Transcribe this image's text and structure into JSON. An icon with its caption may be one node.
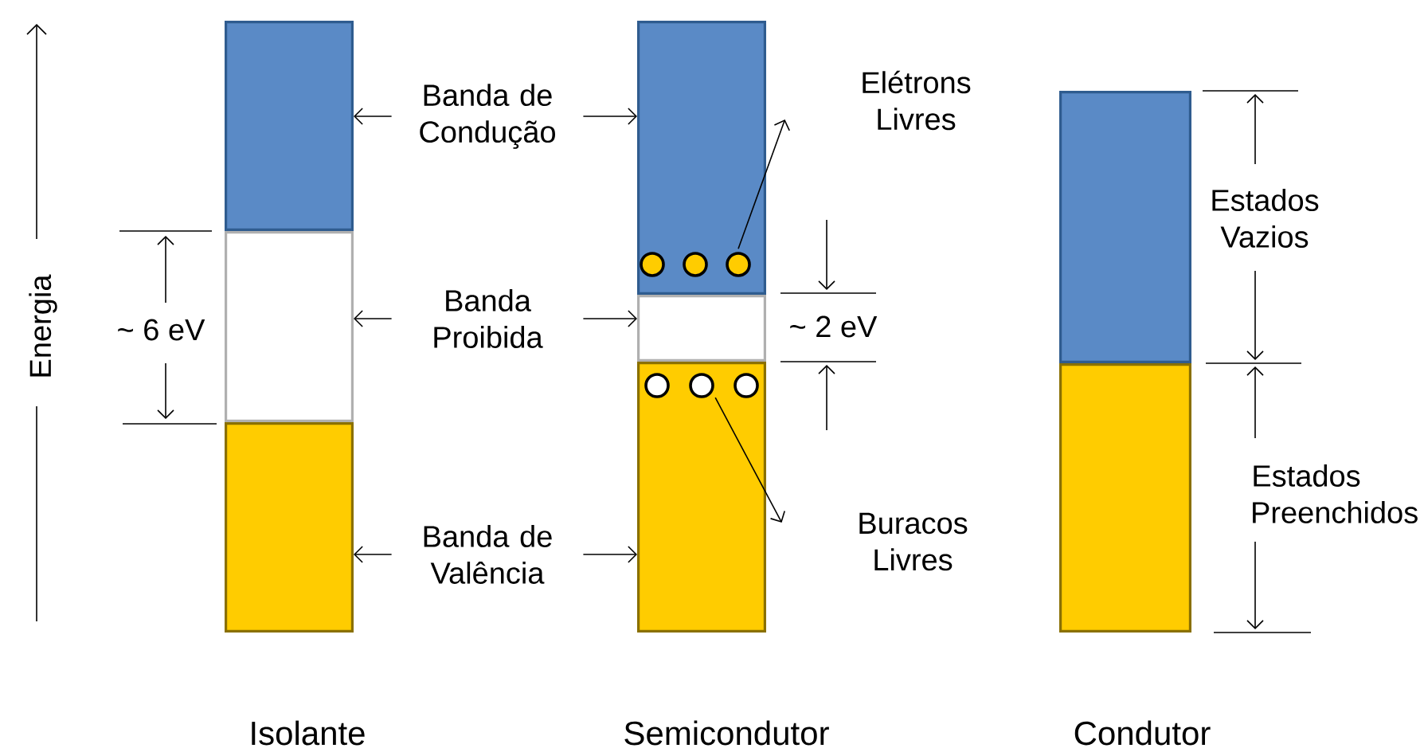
{
  "diagram": {
    "nodes": [
      {
        "text": [],
        "shape": "bar"
      },
      {
        "text": [],
        "shape": "bar"
      },
      {
        "text": [],
        "shape": "bar"
      },
      {
        "text": [],
        "shape": "bar"
      },
      {
        "text": [],
        "shape": "circle",
        "in": 3
      },
      {
        "text": [],
        "shape": "circle",
        "in": 3
      },
      {
        "text": [],
        "shape": "circle",
        "in": 3
      },
      {
        "text": [],
        "shape": "bar"
      },
      {
        "text": [],
        "shape": "bar"
      },
      {
        "text": [],
        "shape": "circle",
        "in": 8
      },
      {
        "text": [],
        "shape": "circle",
        "in": 8
      },
      {
        "text": [],
        "shape": "circle",
        "in": 8
      },
      {
        "text": [],
        "shape": "bar"
      },
      {
        "text": [],
        "shape": "bar"
      },
      {
        "text": [
          "Banda de Condução"
        ]
      },
      {
        "text": [
          "Banda Proibida"
        ]
      },
      {
        "text": [
          "Banda de Valência"
        ]
      },
      {
        "text": [
          "Elétrons Livres"
        ]
      },
      {
        "text": [
          "Buracos Livres"
        ]
      }
    ],
    "edges": [
      {
        "from": 14,
        "to": 0,
        "arrow": "to"
      },
      {
        "from": 14,
        "to": 3,
        "arrow": "to"
      },
      {
        "from": 15,
        "to": 1,
        "arrow": "to"
      },
      {
        "from": 15,
        "to": 7,
        "arrow": "to"
      },
      {
        "from": 16,
        "to": 2,
        "arrow": "to"
      },
      {
        "from": 16,
        "to": 8,
        "arrow": "to"
      },
      {
        "from": 6,
        "to": 17,
        "arrow": "to"
      },
      {
        "from": 10,
        "to": 18,
        "arrow": "to"
      }
    ],
    "labels": [
      "Energia",
      "~ 6 eV",
      "~ 2 eV",
      "Estados Vazios",
      "Estados Preenchidos",
      "Isolante",
      "Semicondutor",
      "Condutor"
    ]
  }
}
